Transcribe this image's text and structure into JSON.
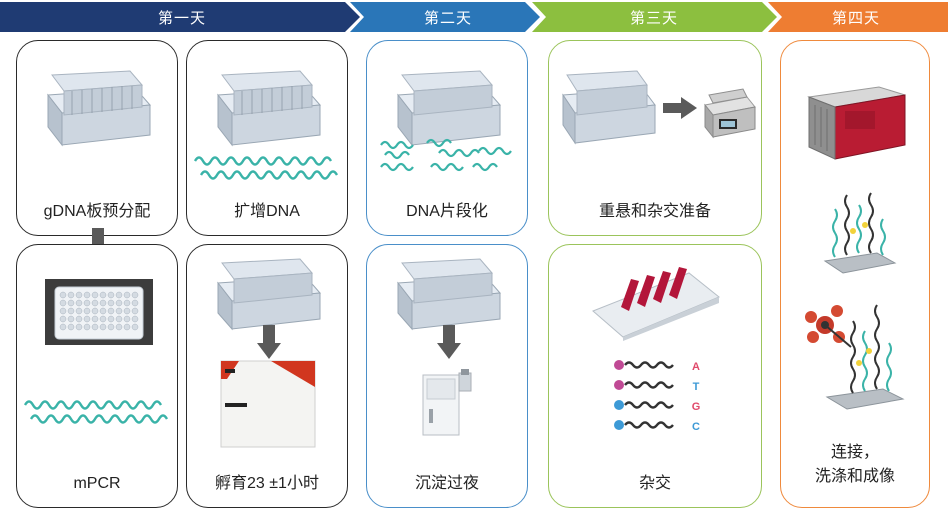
{
  "colors": {
    "day1": "#1f3b73",
    "day2": "#2a76b8",
    "day3": "#8cbf3f",
    "day4": "#ee7d32",
    "dna": "#3ab3a8",
    "arrow": "#5a5a5a"
  },
  "days": [
    {
      "label": "第一天"
    },
    {
      "label": "第二天"
    },
    {
      "label": "第三天"
    },
    {
      "label": "第四天"
    }
  ],
  "steps": {
    "gdna_predistribution": "gDNA板预分配",
    "amplify_dna": "扩增DNA",
    "dna_fragmentation": "DNA片段化",
    "resuspend_prepare": "重悬和杂交准备",
    "mpcr": "mPCR",
    "incubate": "孵育23 ±1小时",
    "precipitate_overnight": "沉淀过夜",
    "hybridization": "杂交",
    "ligation_line1": "连接，",
    "ligation_line2": "洗涤和成像"
  },
  "bases": [
    "A",
    "T",
    "G",
    "C"
  ]
}
